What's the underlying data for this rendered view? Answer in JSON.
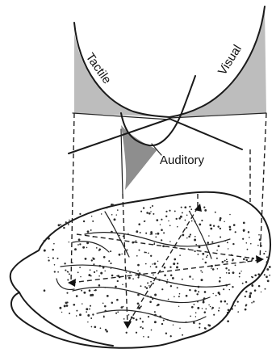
{
  "labels": {
    "tactile": "Tactile",
    "visual": "Visual",
    "auditory": "Auditory"
  }
}
